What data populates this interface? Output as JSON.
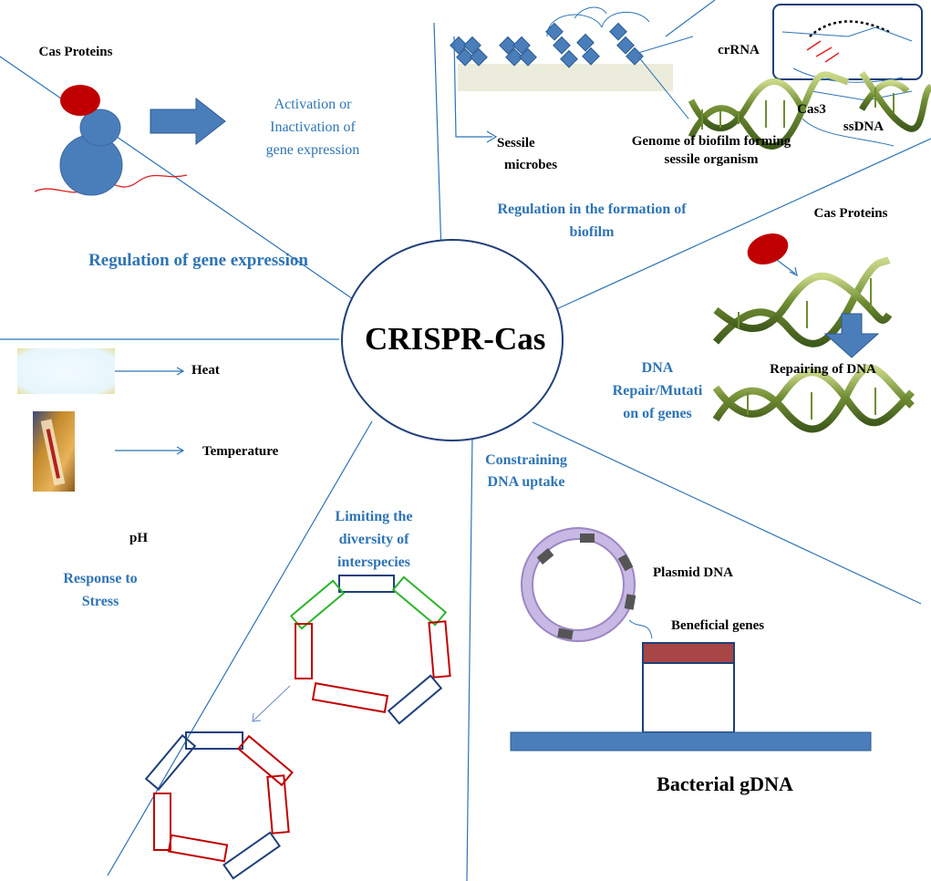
{
  "colors": {
    "line": "#2E74B5",
    "text_blue": "#2E74B5",
    "protein_red": "#C00000",
    "protein_blue": "#4A7EBB",
    "dna_green": "#5E7A2E",
    "gene_red": "#C0504D",
    "gene_green": "#2DB52D",
    "gene_navy": "#1F3F7A",
    "plasmid_purple": "#B8A2D6"
  },
  "center": {
    "title": "CRISPR-Cas"
  },
  "gene_expression": {
    "cas_label": "Cas Proteins",
    "activation_line1": "Activation or",
    "activation_line2": "Inactivation of",
    "activation_line3": "gene expression",
    "title": "Regulation of gene expression"
  },
  "biofilm": {
    "crrna": "crRNA",
    "cas3": "Cas3",
    "ssdna": "ssDNA",
    "sessile_line1": "Sessile",
    "sessile_line2": "microbes",
    "genome_line1": "Genome of biofilm forming",
    "genome_line2": "sessile organism",
    "title_line1": "Regulation  in the formation of",
    "title_line2": "biofilm"
  },
  "dna_repair": {
    "cas_label": "Cas Proteins",
    "repairing": "Repairing of DNA",
    "title_line1": "DNA",
    "title_line2": "Repair/Mutati",
    "title_line3": "on of genes"
  },
  "stress": {
    "heat": "Heat",
    "temperature": "Temperature",
    "ph": "pH",
    "title_line1": "Response to",
    "title_line2": "Stress"
  },
  "uptake": {
    "title_line1": "Constraining",
    "title_line2": "DNA uptake",
    "plasmid": "Plasmid DNA",
    "beneficial": "Beneficial genes",
    "bacterial": "Bacterial gDNA"
  },
  "interspecies": {
    "title_line1": "Limiting the",
    "title_line2": "diversity of",
    "title_line3": "interspecies"
  }
}
